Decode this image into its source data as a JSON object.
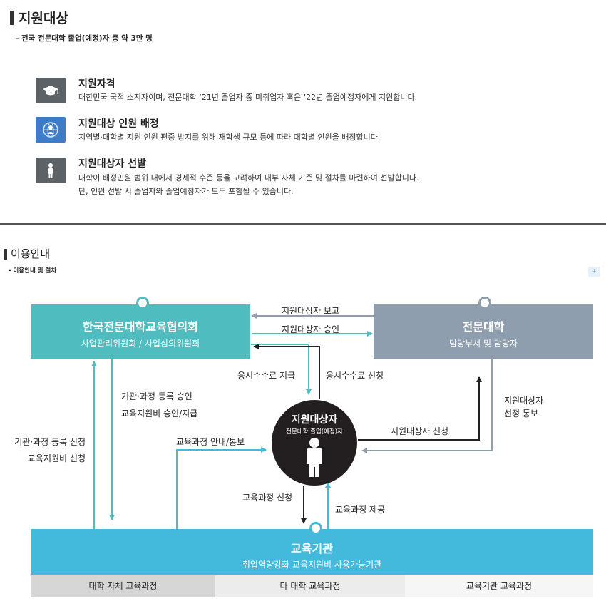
{
  "section1": {
    "title": "지원대상",
    "subtitle": "- 전국 전문대학 졸업(예정)자 중 약 3만 명",
    "items": [
      {
        "icon": "graduation-cap-icon",
        "title": "지원자격",
        "desc": [
          "대한민국 국적 소지자이며, 전문대학 ‘21년 졸업자 중 미취업자 혹은 ’22년 졸업예정자에게 지원합니다."
        ]
      },
      {
        "icon": "globe-people-icon",
        "title": "지원대상 인원 배정",
        "desc": [
          "지역별·대학별 지원 인원 편중 방지를 위해 재학생 규모 등에 따라 대학별 인원을 배정합니다."
        ]
      },
      {
        "icon": "person-icon",
        "title": "지원대상자 선발",
        "desc": [
          "대학이 배정인원 범위 내에서 경제적 수준 등을 고려하여 내부 자체 기준 및 절차를 마련하여 선발합니다.",
          "단, 인원 선발 시 졸업자와 졸업예정자가 모두 포함될 수 있습니다."
        ]
      }
    ]
  },
  "section2": {
    "title": "이용안내",
    "subtitle": "- 이용안내 및 절차",
    "tiny_button": "+"
  },
  "diagram": {
    "council": {
      "title": "한국전문대학교육협의회",
      "subtitle": "사업관리위원회 / 사업심의위원회",
      "color": "#4fbcbf"
    },
    "college": {
      "title": "전문대학",
      "subtitle": "담당부서 및 담당자",
      "color": "#8e9eae"
    },
    "candidate": {
      "title": "지원대상자",
      "subtitle": "전문대학 졸업(예정)자"
    },
    "institution": {
      "title": "교육기관",
      "subtitle": "취업역량강화 교육지원비 사용가능기관",
      "color": "#43b9dc"
    },
    "labels": {
      "report": "지원대상자 보고",
      "approve": "지원대상자 승인",
      "fee_pay": "응시수수료 지급",
      "fee_request": "응시수수료 신청",
      "reg_approve_1": "기관·과정 등록 승인",
      "reg_approve_2": "교육지원비 승인/지급",
      "reg_request_1": "기관·과정 등록 신청",
      "reg_request_2": "교육지원비 신청",
      "course_notice": "교육과정 안내/통보",
      "cand_request": "지원대상자 신청",
      "cand_select_1": "지원대상자",
      "cand_select_2": "선정 통보",
      "course_apply": "교육과정 신청",
      "course_provide": "교육과정 제공"
    },
    "tabs": [
      "대학 자체 교육과정",
      "타 대학 교육과정",
      "교육기관 교육과정"
    ]
  }
}
